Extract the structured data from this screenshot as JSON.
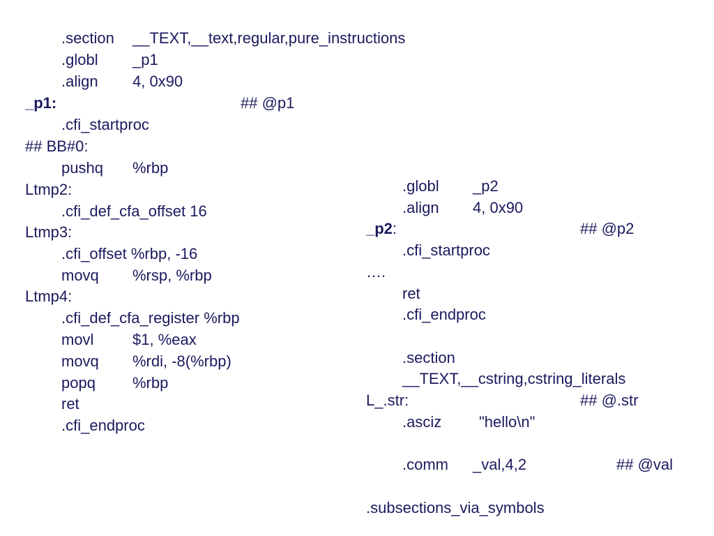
{
  "left": {
    "section_dir": ".section",
    "section_arg": "__TEXT,__text,regular,pure_instructions",
    "globl_dir": ".globl",
    "globl_arg": "_p1",
    "align_dir": ".align",
    "align_arg": "4, 0x90",
    "label_p1": "_p1:",
    "comment_p1": "## @p1",
    "startproc": ".cfi_startproc",
    "bb0": "## BB#0:",
    "pushq_dir": "pushq",
    "pushq_arg": "%rbp",
    "ltmp2": "Ltmp2:",
    "def_cfa_offset": ".cfi_def_cfa_offset 16",
    "ltmp3": "Ltmp3:",
    "cfi_offset": ".cfi_offset %rbp, -16",
    "movq1_dir": "movq",
    "movq1_arg": "%rsp, %rbp",
    "ltmp4": "Ltmp4:",
    "def_cfa_register": ".cfi_def_cfa_register %rbp",
    "movl_dir": "movl",
    "movl_arg": "$1, %eax",
    "movq2_dir": "movq",
    "movq2_arg": "%rdi, -8(%rbp)",
    "popq_dir": "popq",
    "popq_arg": "%rbp",
    "ret": "ret",
    "endproc": ".cfi_endproc"
  },
  "right": {
    "globl_dir": ".globl",
    "globl_arg": "_p2",
    "align_dir": ".align",
    "align_arg": "4, 0x90",
    "label_p2": "_p2",
    "label_p2_colon": ":",
    "comment_p2": "## @p2",
    "startproc": ".cfi_startproc",
    "ellipsis": "….",
    "ret": "ret",
    "endproc": ".cfi_endproc",
    "section_dir": ".section",
    "section_arg": "__TEXT,__cstring,cstring_literals",
    "label_str": "L_.str:",
    "comment_str": "## @.str",
    "asciz_dir": ".asciz",
    "asciz_arg": "\"hello\\n\"",
    "comm_dir": ".comm",
    "comm_arg": "_val,4,2",
    "comment_val": "## @val",
    "subsections": ".subsections_via_symbols"
  }
}
